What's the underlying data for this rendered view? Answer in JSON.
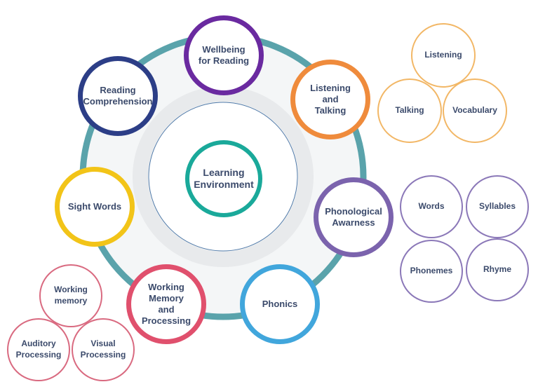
{
  "center": {
    "label": "Learning\nEnvironment",
    "color": "#1aa99a"
  },
  "colors": {
    "outer_ring": "#5aa3ab",
    "outer_ring_fill": "#f4f6f7",
    "inner_band": "#e8eaec",
    "inner_circle_line": "#4f79a8",
    "text": "#3b4a6b"
  },
  "nodes": [
    {
      "id": "wellbeing",
      "label": "Wellbeing\nfor Reading",
      "color": "#6a2aa0"
    },
    {
      "id": "listening-talking",
      "label": "Listening\nand\nTalking",
      "color": "#ef8b3c"
    },
    {
      "id": "phonological",
      "label": "Phonological\nAwarness",
      "color": "#7b63ad"
    },
    {
      "id": "phonics",
      "label": "Phonics",
      "color": "#41a6dc"
    },
    {
      "id": "working-memory",
      "label": "Working\nMemory\nand\nProcessing",
      "color": "#e0506d"
    },
    {
      "id": "sight-words",
      "label": "Sight Words",
      "color": "#f2c418"
    },
    {
      "id": "reading-comprehension",
      "label": "Reading\nComprehension",
      "color": "#2c3e87"
    }
  ],
  "clusters": {
    "listening": {
      "color": "#f2b766",
      "items": [
        "Listening",
        "Talking",
        "Vocabulary"
      ]
    },
    "phonological": {
      "color": "#8b78b8",
      "items": [
        "Words",
        "Syllables",
        "Phonemes",
        "Rhyme"
      ]
    },
    "working_memory": {
      "color": "#d96a80",
      "items": [
        "Working\nmemory",
        "Auditory\nProcessing",
        "Visual\nProcessing"
      ]
    }
  }
}
